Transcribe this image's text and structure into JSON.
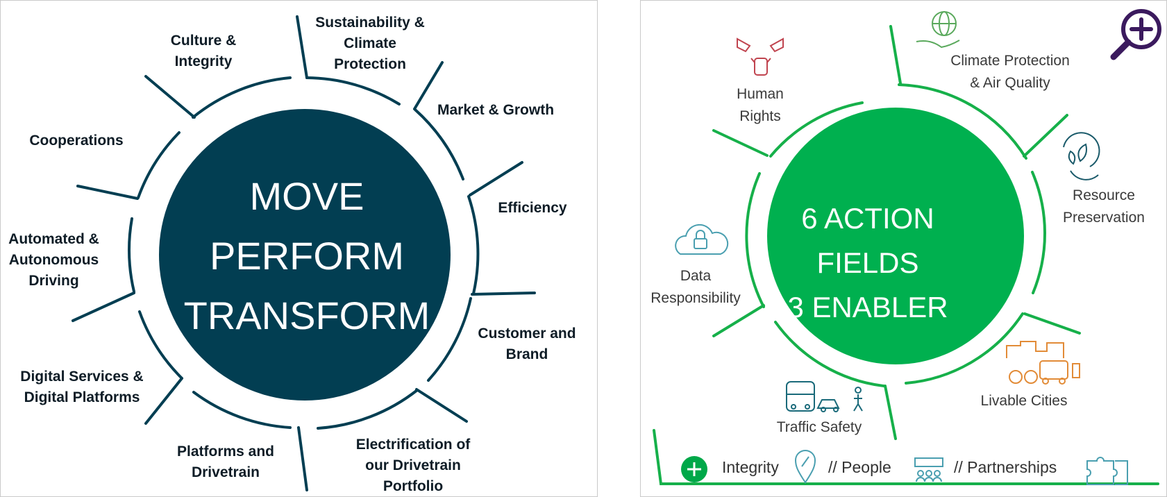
{
  "left_diagram": {
    "center_lines": [
      "MOVE",
      "PERFORM",
      "TRANSFORM"
    ],
    "colors": {
      "hub": "#023e52",
      "ring": "#023e52",
      "text": "#0e1c26"
    },
    "labels": {
      "culture": "Culture &\nIntegrity",
      "sustainability": "Sustainability &\nClimate\nProtection",
      "market": "Market & Growth",
      "cooperations": "Cooperations",
      "efficiency": "Efficiency",
      "automated": "Automated &\nAutonomous\nDriving",
      "customer": "Customer and\nBrand",
      "digital": "Digital Services &\nDigital Platforms",
      "platforms": "Platforms and\nDrivetrain",
      "electrification": "Electrification of\nour Drivetrain\nPortfolio"
    }
  },
  "right_diagram": {
    "center_lines": [
      "6 ACTION FIELDS",
      "3 ENABLER"
    ],
    "colors": {
      "hub": "#00b04f",
      "ring": "#16b04a",
      "text": "#3a3a3a"
    },
    "labels": {
      "human_rights": "Human\nRights",
      "climate": "Climate Protection\n& Air Quality",
      "resource": "Resource\nPreservation",
      "data": "Data\nResponsibility",
      "livable": "Livable Cities",
      "traffic": "Traffic Safety"
    },
    "enablers": {
      "integrity": "Integrity",
      "people": "// People",
      "partnerships": "// Partnerships"
    },
    "icons": {
      "zoom": "magnifier-plus-icon",
      "human_rights": "hands-icon",
      "climate": "globe-hand-icon",
      "resource": "leaf-recycle-icon",
      "data": "cloud-lock-icon",
      "livable": "city-icon",
      "traffic": "bus-car-pedestrian-icon",
      "plus": "plus-circle-icon",
      "integrity": "compass-pin-icon",
      "people": "people-board-icon",
      "partnerships": "puzzle-icon"
    }
  }
}
